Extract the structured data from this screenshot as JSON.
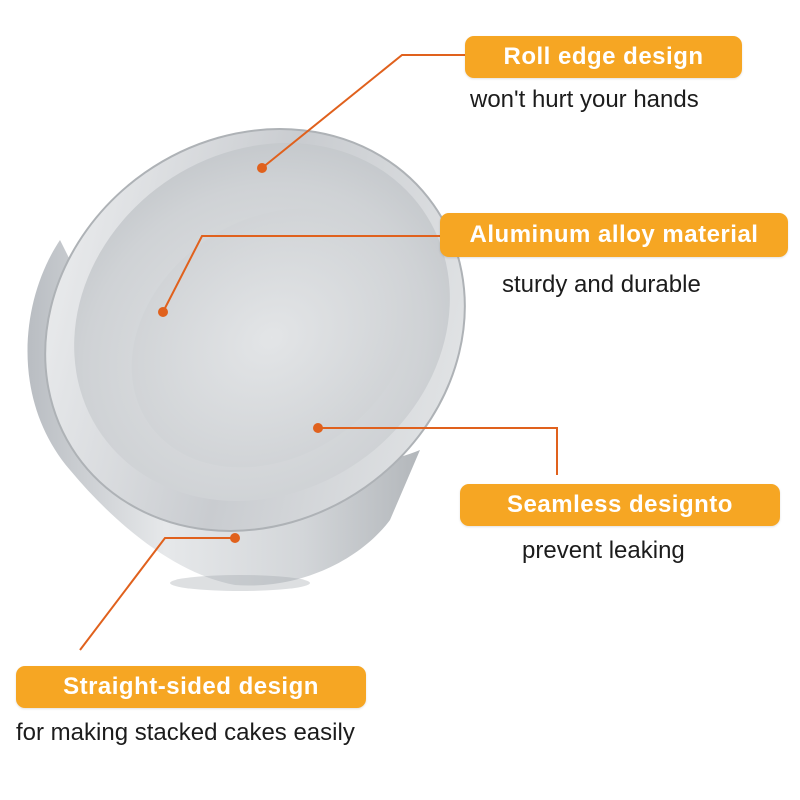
{
  "colors": {
    "accent": "#f6a623",
    "leader_line": "#e0611d",
    "text": "#1c1c1c",
    "pan_metal": "#d4d7da"
  },
  "callouts": [
    {
      "title": "Roll edge design",
      "subtitle": "won't hurt your hands"
    },
    {
      "title": "Aluminum alloy material",
      "subtitle": "sturdy and durable"
    },
    {
      "title": "Seamless designto",
      "subtitle": "prevent leaking"
    },
    {
      "title": "Straight-sided design",
      "subtitle": "for making stacked cakes easily"
    }
  ]
}
